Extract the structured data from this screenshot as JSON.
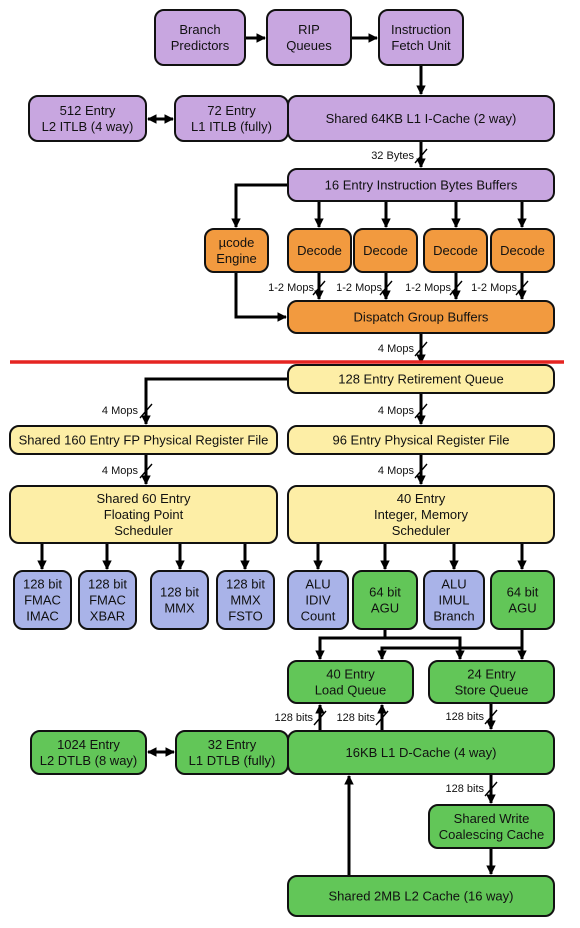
{
  "colors": {
    "purple": "#c8a6e0",
    "orange": "#f29a3f",
    "yellow": "#fdeea6",
    "blue": "#a9b3e8",
    "green": "#62c658",
    "divider": "#e52421"
  },
  "nodes": {
    "branch_predictors": [
      "Branch",
      "Predictors"
    ],
    "rip_queues": [
      "RIP",
      "Queues"
    ],
    "instruction_fetch": [
      "Instruction",
      "Fetch Unit"
    ],
    "l2_itlb": [
      "512 Entry",
      "L2 ITLB (4 way)"
    ],
    "l1_itlb": [
      "72 Entry",
      "L1 ITLB (fully)"
    ],
    "l1_icache": [
      "Shared 64KB L1 I-Cache (2 way)"
    ],
    "ib_buffers": [
      "16 Entry Instruction Bytes Buffers"
    ],
    "ucode_engine": [
      "µcode",
      "Engine"
    ],
    "decode_1": [
      "Decode"
    ],
    "decode_2": [
      "Decode"
    ],
    "decode_3": [
      "Decode"
    ],
    "decode_4": [
      "Decode"
    ],
    "dispatch_buffers": [
      "Dispatch Group Buffers"
    ],
    "retirement_queue": [
      "128 Entry Retirement Queue"
    ],
    "fp_register_file": [
      "Shared 160 Entry FP Physical Register File"
    ],
    "int_register_file": [
      "96 Entry Physical Register File"
    ],
    "fp_scheduler": [
      "Shared 60 Entry",
      "Floating Point",
      "Scheduler"
    ],
    "int_scheduler": [
      "40 Entry",
      "Integer, Memory",
      "Scheduler"
    ],
    "fmac_imac": [
      "128 bit",
      "FMAC",
      "IMAC"
    ],
    "fmac_xbar": [
      "128 bit",
      "FMAC",
      "XBAR"
    ],
    "mmx": [
      "128 bit",
      "MMX"
    ],
    "mmx_fsto": [
      "128 bit",
      "MMX",
      "FSTO"
    ],
    "alu_idiv": [
      "ALU",
      "IDIV",
      "Count"
    ],
    "agu_1": [
      "64 bit",
      "AGU"
    ],
    "alu_imul": [
      "ALU",
      "IMUL",
      "Branch"
    ],
    "agu_2": [
      "64 bit",
      "AGU"
    ],
    "load_queue": [
      "40 Entry",
      "Load Queue"
    ],
    "store_queue": [
      "24 Entry",
      "Store Queue"
    ],
    "l2_dtlb": [
      "1024 Entry",
      "L2 DTLB (8 way)"
    ],
    "l1_dtlb": [
      "32 Entry",
      "L1 DTLB (fully)"
    ],
    "l1_dcache": [
      "16KB L1 D-Cache (4 way)"
    ],
    "write_coalescing": [
      "Shared Write",
      "Coalescing Cache"
    ],
    "l2_cache": [
      "Shared 2MB L2 Cache (16 way)"
    ]
  },
  "edge_labels": {
    "fetch_width": "32 Bytes",
    "decode_1_width": "1-2 Mops",
    "decode_2_width": "1-2 Mops",
    "decode_3_width": "1-2 Mops",
    "decode_4_width": "1-2 Mops",
    "dispatch_width": "4 Mops",
    "fp_rename_width": "4 Mops",
    "int_rename_width": "4 Mops",
    "fp_schedule_width": "4 Mops",
    "int_schedule_width": "4 Mops",
    "load_width_1": "128 bits",
    "load_width_2": "128 bits",
    "store_width": "128 bits",
    "wcc_width": "128 bits"
  }
}
